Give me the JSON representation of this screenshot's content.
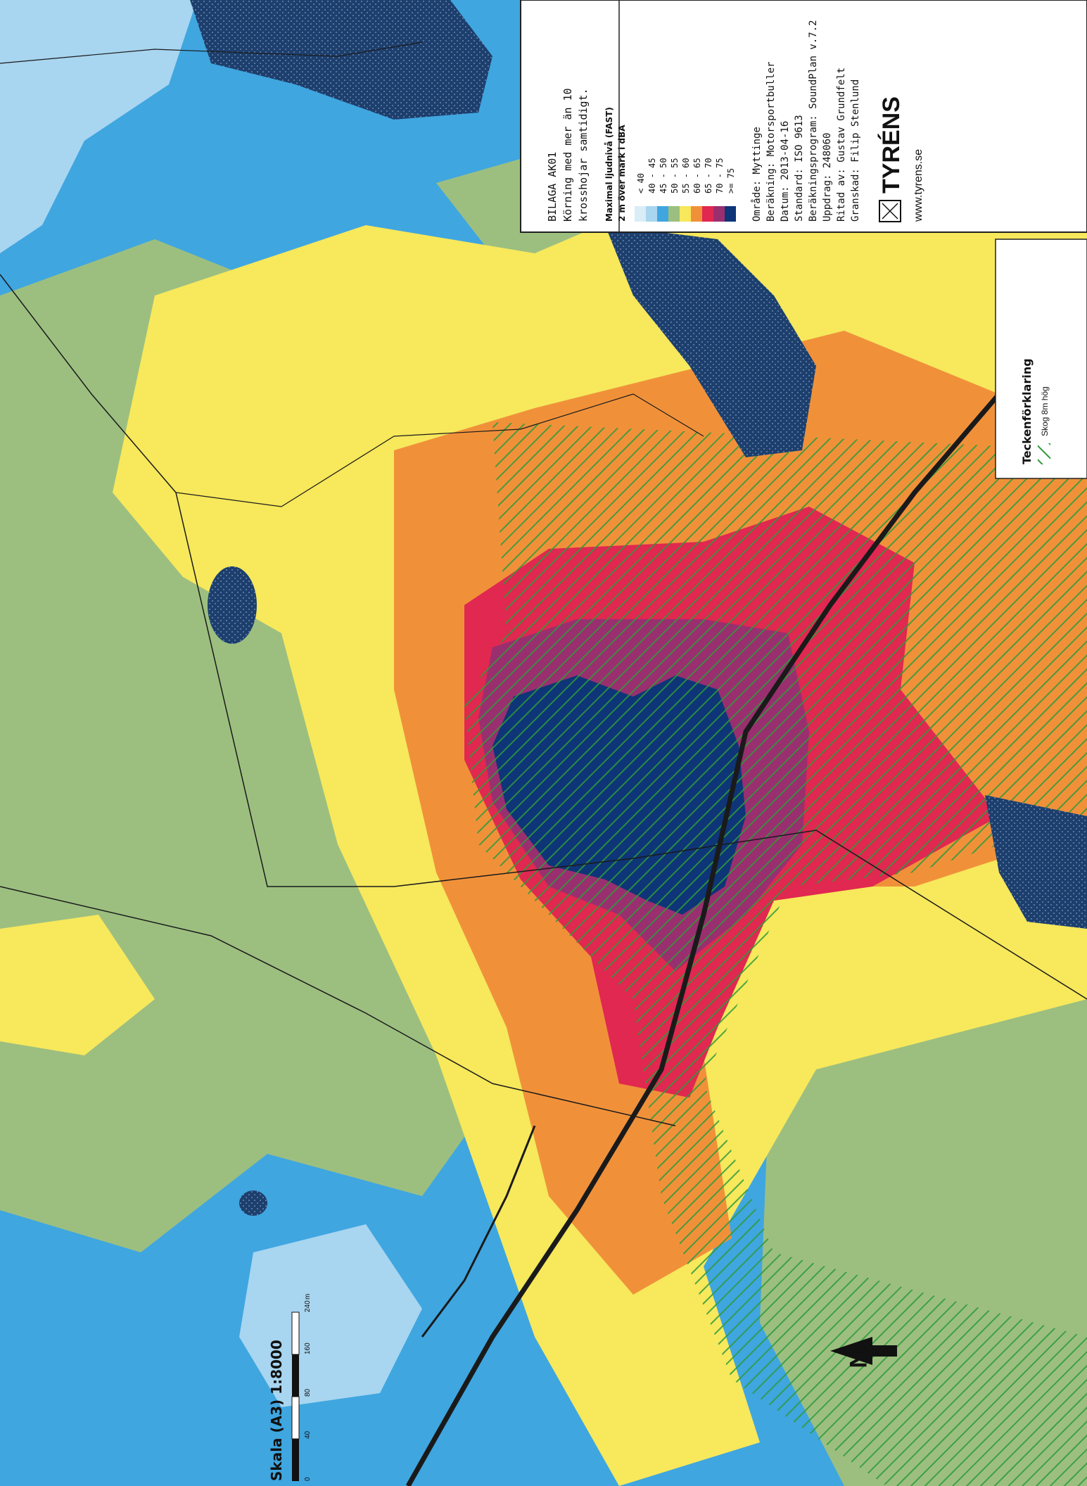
{
  "title_block": {
    "bilaga": "BILAGA AK01",
    "subtitle_1": "Körning med mer än 10",
    "subtitle_2": "krosshojar samtidigt."
  },
  "legend": {
    "heading_1": "Maximal ljudnivå (FAST)",
    "heading_2": "2 m över mark i dBA",
    "items": [
      {
        "label": "< 40",
        "color": "#d9edf7"
      },
      {
        "label": "40 - 45",
        "color": "#a8d5f0"
      },
      {
        "label": "45 - 50",
        "color": "#3fa6e0"
      },
      {
        "label": "50 - 55",
        "color": "#9cbf80"
      },
      {
        "label": "55 - 60",
        "color": "#f7e85c"
      },
      {
        "label": "60 - 65",
        "color": "#f0913a"
      },
      {
        "label": "65 - 70",
        "color": "#e02850"
      },
      {
        "label": "70 - 75",
        "color": "#9a2f6f"
      },
      {
        "label": ">= 75",
        "color": "#0e3577"
      }
    ]
  },
  "metadata_lines": {
    "omrade": "Område: Myttinge",
    "berakning": "Beräkning: Motorsportbuller",
    "datum": "Datum: 2013-04-16",
    "standard": "Standard: ISO 9613",
    "program": "Beräkningsprogram: SoundPlan v.7.2",
    "uppdrag": "Uppdrag: 248060",
    "ritad": "Ritad av: Gustav Grundfelt",
    "granskad": "Granskad: Filip Stenlund"
  },
  "brand": {
    "name": "TYRÉNS",
    "url": "www.tyrens.se"
  },
  "teckenforklaring": {
    "title": "Teckenförklaring",
    "forest_label": "Skog 8m hög"
  },
  "scale": {
    "label": "Skala (A3) 1:8000",
    "ticks": [
      "0",
      "40",
      "80",
      "160",
      "240"
    ],
    "unit": "m"
  },
  "north_arrow": {
    "label": "N"
  },
  "colors": {
    "water": "#1c3f6e",
    "road": "#1a1a1a",
    "forest_hatch": "#2e9a3a"
  }
}
